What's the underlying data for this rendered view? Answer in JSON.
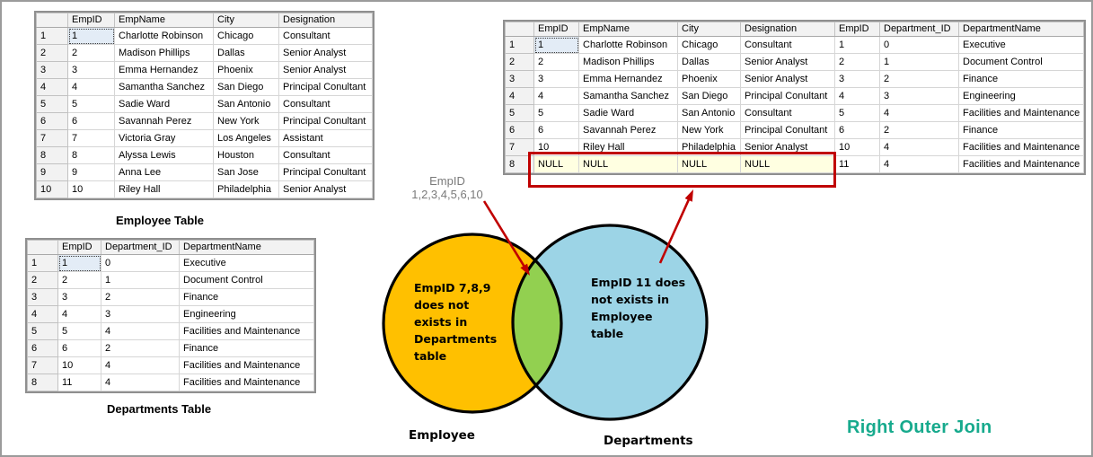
{
  "title": {
    "label": "Right Outer Join",
    "color": "#17AA8D"
  },
  "employee_table": {
    "caption": "Employee Table",
    "columns": [
      "EmpID",
      "EmpName",
      "City",
      "Designation"
    ],
    "rows": [
      [
        "1",
        "Charlotte Robinson",
        "Chicago",
        "Consultant"
      ],
      [
        "2",
        "Madison Phillips",
        "Dallas",
        "Senior Analyst"
      ],
      [
        "3",
        "Emma Hernandez",
        "Phoenix",
        "Senior Analyst"
      ],
      [
        "4",
        "Samantha Sanchez",
        "San Diego",
        "Principal Conultant"
      ],
      [
        "5",
        "Sadie Ward",
        "San Antonio",
        "Consultant"
      ],
      [
        "6",
        "Savannah Perez",
        "New York",
        "Principal Conultant"
      ],
      [
        "7",
        "Victoria Gray",
        "Los Angeles",
        "Assistant"
      ],
      [
        "8",
        "Alyssa Lewis",
        "Houston",
        "Consultant"
      ],
      [
        "9",
        "Anna Lee",
        "San Jose",
        "Principal Conultant"
      ],
      [
        "10",
        "Riley Hall",
        "Philadelphia",
        "Senior Analyst"
      ]
    ]
  },
  "departments_table": {
    "caption": "Departments Table",
    "columns": [
      "EmpID",
      "Department_ID",
      "DepartmentName"
    ],
    "rows": [
      [
        "1",
        "0",
        "Executive"
      ],
      [
        "2",
        "1",
        "Document Control"
      ],
      [
        "3",
        "2",
        "Finance"
      ],
      [
        "4",
        "3",
        "Engineering"
      ],
      [
        "5",
        "4",
        "Facilities and Maintenance"
      ],
      [
        "6",
        "2",
        "Finance"
      ],
      [
        "10",
        "4",
        "Facilities and Maintenance"
      ],
      [
        "11",
        "4",
        "Facilities and Maintenance"
      ]
    ]
  },
  "result_table": {
    "columns": [
      "EmpID",
      "EmpName",
      "City",
      "Designation",
      "EmpID",
      "Department_ID",
      "DepartmentName"
    ],
    "rows": [
      [
        "1",
        "Charlotte Robinson",
        "Chicago",
        "Consultant",
        "1",
        "0",
        "Executive"
      ],
      [
        "2",
        "Madison Phillips",
        "Dallas",
        "Senior Analyst",
        "2",
        "1",
        "Document Control"
      ],
      [
        "3",
        "Emma Hernandez",
        "Phoenix",
        "Senior Analyst",
        "3",
        "2",
        "Finance"
      ],
      [
        "4",
        "Samantha Sanchez",
        "San Diego",
        "Principal Conultant",
        "4",
        "3",
        "Engineering"
      ],
      [
        "5",
        "Sadie Ward",
        "San Antonio",
        "Consultant",
        "5",
        "4",
        "Facilities and Maintenance"
      ],
      [
        "6",
        "Savannah Perez",
        "New York",
        "Principal Conultant",
        "6",
        "2",
        "Finance"
      ],
      [
        "10",
        "Riley Hall",
        "Philadelphia",
        "Senior Analyst",
        "10",
        "4",
        "Facilities and Maintenance"
      ],
      [
        "NULL",
        "NULL",
        "NULL",
        "NULL",
        "11",
        "4",
        "Facilities and Maintenance"
      ]
    ]
  },
  "highlight": {
    "null_value": "NULL",
    "row_color": "#FFFFE1",
    "box_color": "#C00000"
  },
  "venn": {
    "left_circle_label": "Employee",
    "right_circle_label": "Departments",
    "left_circle_text": "EmpID 7,8,9\ndoes not\nexists in\nDepartments\ntable",
    "right_circle_text": "EmpID 11 does\nnot exists in\nEmployee\ntable",
    "intersection_label": "EmpID\n1,2,3,4,5,6,10",
    "colors": {
      "left": "#FFC000",
      "right": "#9CD4E6",
      "intersection": "#92D050",
      "outline": "#000000",
      "arrow": "#C00000"
    }
  }
}
